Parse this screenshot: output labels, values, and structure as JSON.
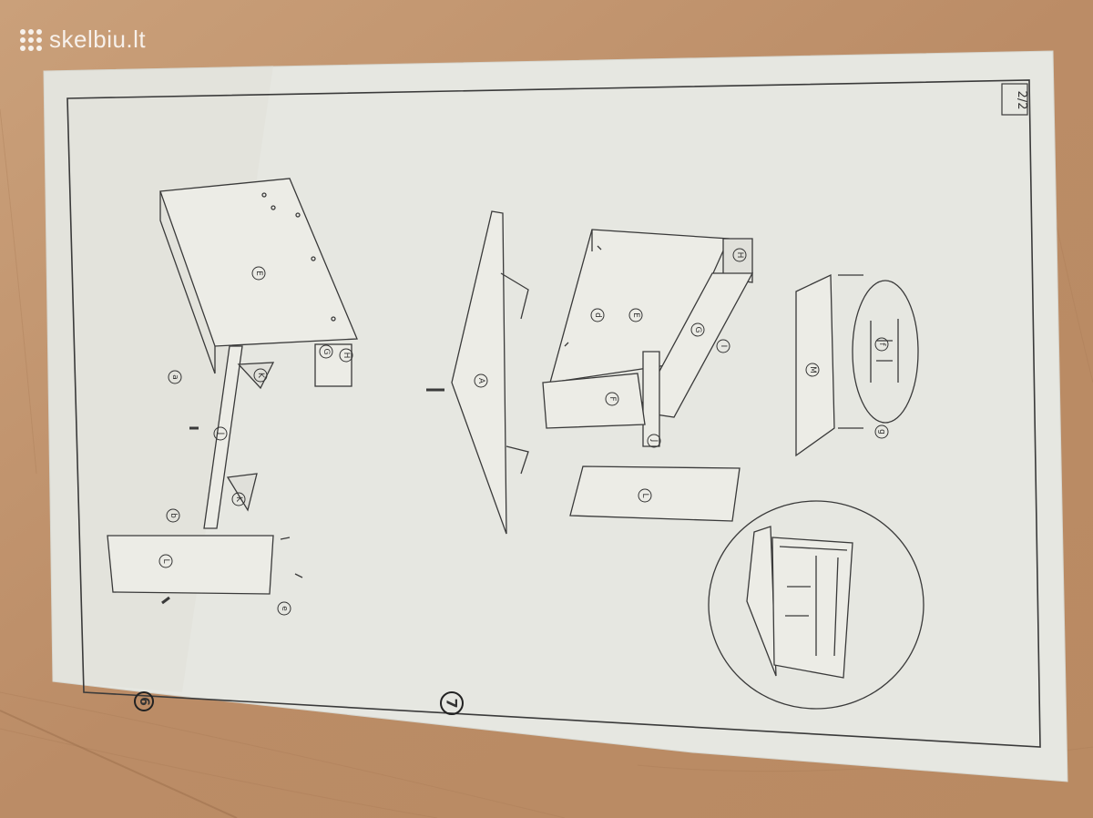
{
  "watermark": {
    "site": "skelbiu.lt",
    "icon": "dots-grid-icon"
  },
  "sheet": {
    "page_number": "2/2",
    "steps": {
      "step6": "6",
      "step7": "7"
    },
    "parts": {
      "E": "E",
      "G": "G",
      "H": "H",
      "K": "K",
      "J": "J",
      "L": "L",
      "A": "A",
      "F": "F",
      "I": "I",
      "M": "M",
      "a": "a",
      "b": "b",
      "e": "e",
      "d": "d",
      "f": "f",
      "g": "g"
    }
  },
  "colors": {
    "paper": "#e7e8e2",
    "line": "#3a3a3a",
    "floor": "#c3946d"
  }
}
